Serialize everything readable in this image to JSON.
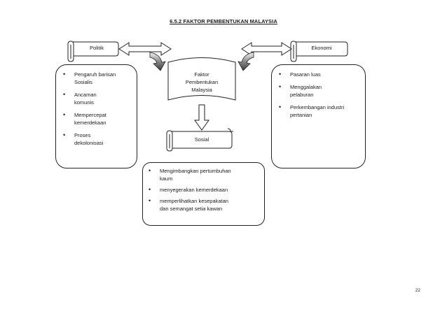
{
  "title": "6.5.2 FAKTOR PEMBENTUKAN MALAYSIA",
  "nodes": {
    "politik": "Politik",
    "ekonomi": "Ekonomi",
    "center": [
      "Faktor",
      "Pembentukan",
      "Malaysia"
    ],
    "sosial": "Sosial"
  },
  "politik_items": [
    [
      "Pengaruh barisan",
      "Sosialis"
    ],
    [
      "Ancaman",
      "komunis"
    ],
    [
      "Mempercepat",
      "kemerdekaan"
    ],
    [
      "Proses",
      "dekolonisasi"
    ]
  ],
  "ekonomi_items": [
    [
      "Pasaran luas"
    ],
    [
      "Menggalakan",
      "pelaburan"
    ],
    [
      "Perkembangan industri",
      "pertanian"
    ]
  ],
  "sosial_items": [
    [
      "Mengimbangkan pertumbuhan",
      "kaum"
    ],
    [
      "menyegerakan kemerdekaan"
    ],
    [
      "memperlihatkan kesepakatan",
      "dan semangat setia kawan"
    ]
  ],
  "page_number": "22"
}
